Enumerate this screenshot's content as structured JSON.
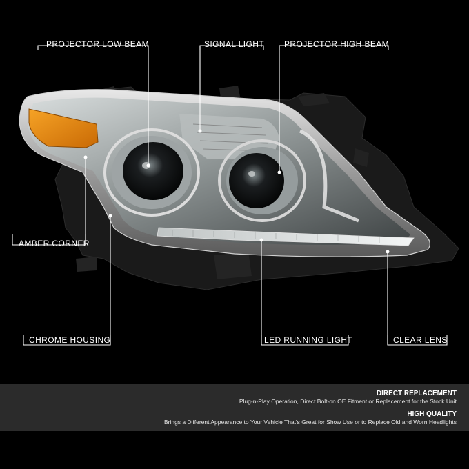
{
  "callouts": {
    "projector_low_beam": "PROJECTOR LOW BEAM",
    "signal_light": "SIGNAL LIGHT",
    "projector_high_beam": "PROJECTOR HIGH BEAM",
    "amber_corner": "AMBER CORNER",
    "chrome_housing": "CHROME HOUSING",
    "led_running_light": "LED RUNNING LIGHT",
    "clear_lens": "CLEAR LENS"
  },
  "features": [
    {
      "title": "DIRECT REPLACEMENT",
      "description": "Plug-n-Play Operation, Direct Bolt-on OE Fitment or Replacement for the Stock Unit"
    },
    {
      "title": "HIGH QUALITY",
      "description": "Brings a Different Appearance to Your Vehicle That's Great for Show Use or to Replace Old and Worn Headlights"
    }
  ],
  "colors": {
    "background": "#000000",
    "amber": "#e8890c",
    "callout_line": "#ffffff",
    "info_panel": "#2b2b2b"
  }
}
